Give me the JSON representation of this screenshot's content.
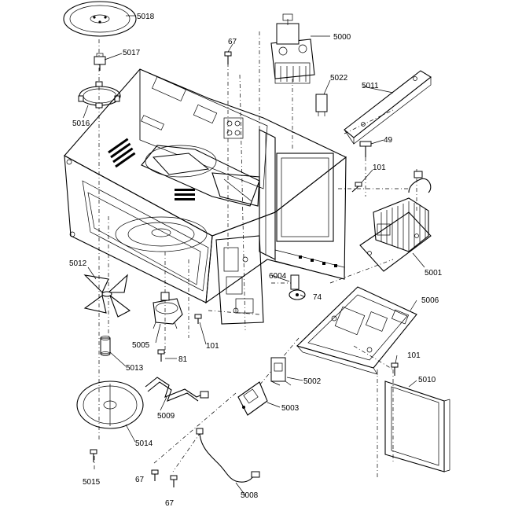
{
  "diagram_type": "exploded parts diagram",
  "part_labels": {
    "p5018": "5018",
    "p5017": "5017",
    "p5016": "5016",
    "p67a": "67",
    "p5000": "5000",
    "p5022": "5022",
    "p5011": "5011",
    "p49": "49",
    "p101a": "101",
    "p5001": "5001",
    "p5012": "5012",
    "p6004": "6004",
    "p74": "74",
    "p5006": "5006",
    "p101b": "101",
    "p5005": "5005",
    "p5013": "5013",
    "p81": "81",
    "p5002": "5002",
    "p101c": "101",
    "p5010": "5010",
    "p5003": "5003",
    "p5009": "5009",
    "p5014": "5014",
    "p5015": "5015",
    "p67b": "67",
    "p67c": "67",
    "p5008": "5008"
  }
}
